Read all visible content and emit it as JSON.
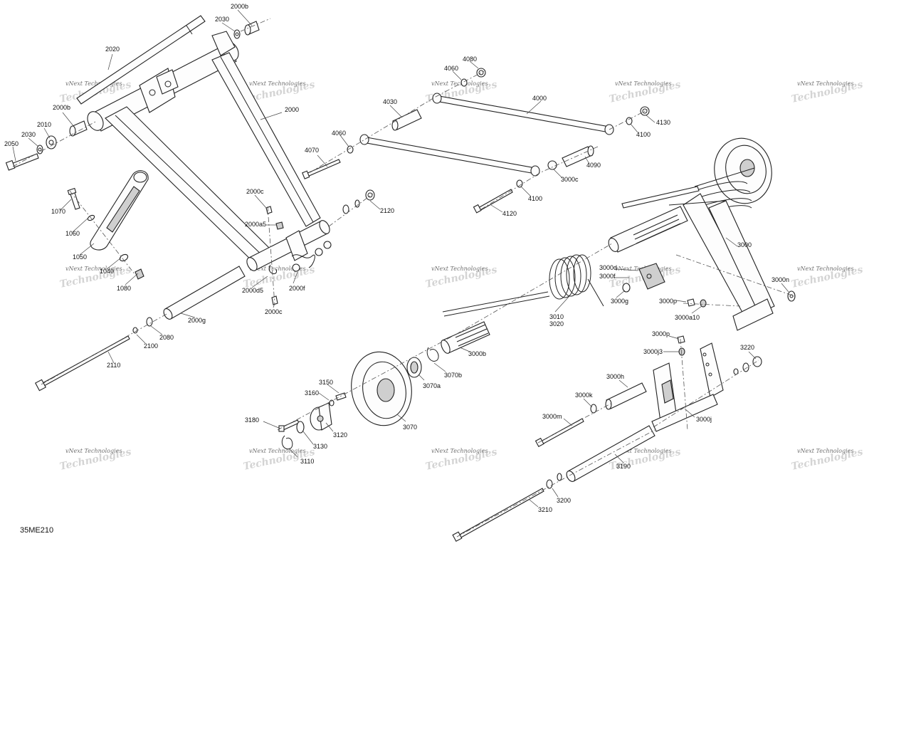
{
  "diagram_ref": "35ME210",
  "watermark": {
    "line1": "vNext Technologies",
    "line2": "Technologies"
  },
  "callouts": {
    "c2000b_top": "2000b",
    "c2030_top": "2030",
    "c2020": "2020",
    "c2000b_left": "2000b",
    "c2010": "2010",
    "c2030_left": "2030",
    "c2050": "2050",
    "c2000": "2000",
    "c1070": "1070",
    "c1060": "1060",
    "c1050": "1050",
    "c1040": "1040",
    "c1080": "1080",
    "c2000c_a": "2000c",
    "c2000a5": "2000a5",
    "c2000d5": "2000d5",
    "c2000f": "2000f",
    "c2000c_b": "2000c",
    "c2000g": "2000g",
    "c2080": "2080",
    "c2100": "2100",
    "c2110": "2110",
    "c2120": "2120",
    "c4070": "4070",
    "c4060_a": "4060",
    "c4030": "4030",
    "c4060_b": "4060",
    "c4080": "4080",
    "c4000": "4000",
    "c4130": "4130",
    "c4100_a": "4100",
    "c4090": "4090",
    "c3000c": "3000c",
    "c4100_b": "4100",
    "c4120": "4120",
    "c3000": "3000",
    "c3000d": "3000d",
    "c3000f": "3000f",
    "c3000g": "3000g",
    "c3000p_a": "3000p",
    "c3000a10": "3000a10",
    "c3000n": "3000n",
    "c3010": "3010",
    "c3020": "3020",
    "c3000b": "3000b",
    "c3070b": "3070b",
    "c3070a": "3070a",
    "c3070": "3070",
    "c3150": "3150",
    "c3160": "3160",
    "c3180": "3180",
    "c3120": "3120",
    "c3130": "3130",
    "c3110": "3110",
    "c3000p_b": "3000p",
    "c3000j3": "3000j3",
    "c3220": "3220",
    "c3000h": "3000h",
    "c3000k": "3000k",
    "c3000m": "3000m",
    "c3000j": "3000j",
    "c3190": "3190",
    "c3200": "3200",
    "c3210": "3210"
  }
}
